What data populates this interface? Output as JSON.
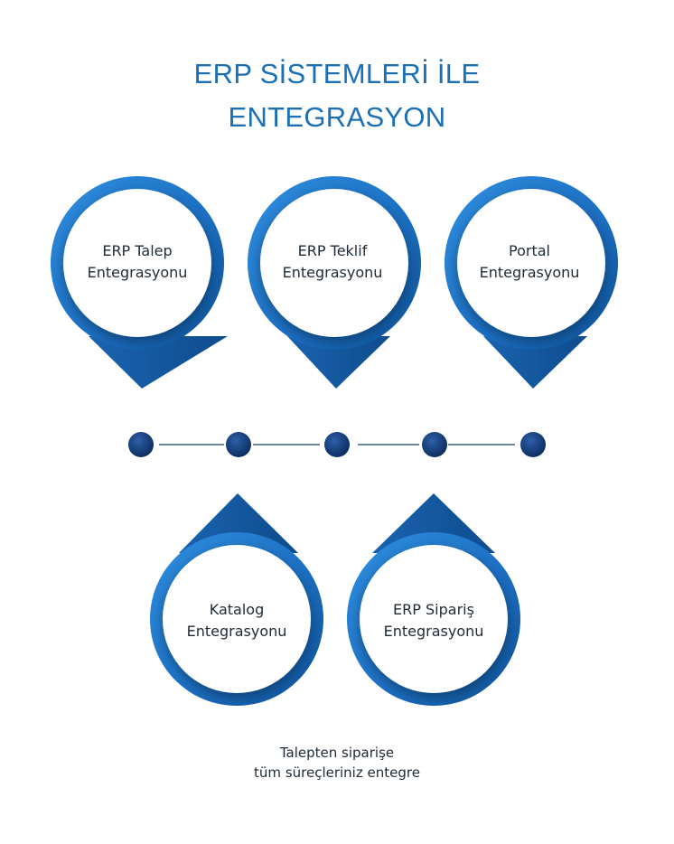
{
  "title": {
    "line1": "ERP SİSTEMLERİ İLE",
    "line2": "ENTEGRASYON"
  },
  "pins_top": [
    {
      "line1": "ERP Talep",
      "line2": "Entegrasyonu"
    },
    {
      "line1": "ERP Teklif",
      "line2": "Entegrasyonu"
    },
    {
      "line1": "Portal",
      "line2": "Entegrasyonu"
    }
  ],
  "pins_bottom": [
    {
      "line1": "Katalog",
      "line2": "Entegrasyonu"
    },
    {
      "line1": "ERP Sipariş",
      "line2": "Entegrasyonu"
    }
  ],
  "tagline": {
    "line1": "Talepten siparişe",
    "line2": "tüm süreçleriniz entegre"
  },
  "colors": {
    "accent": "#1a6fb5",
    "pin_light": "#2a86d6",
    "pin_dark": "#0d4f92",
    "node_dark": "#0c2f63"
  }
}
